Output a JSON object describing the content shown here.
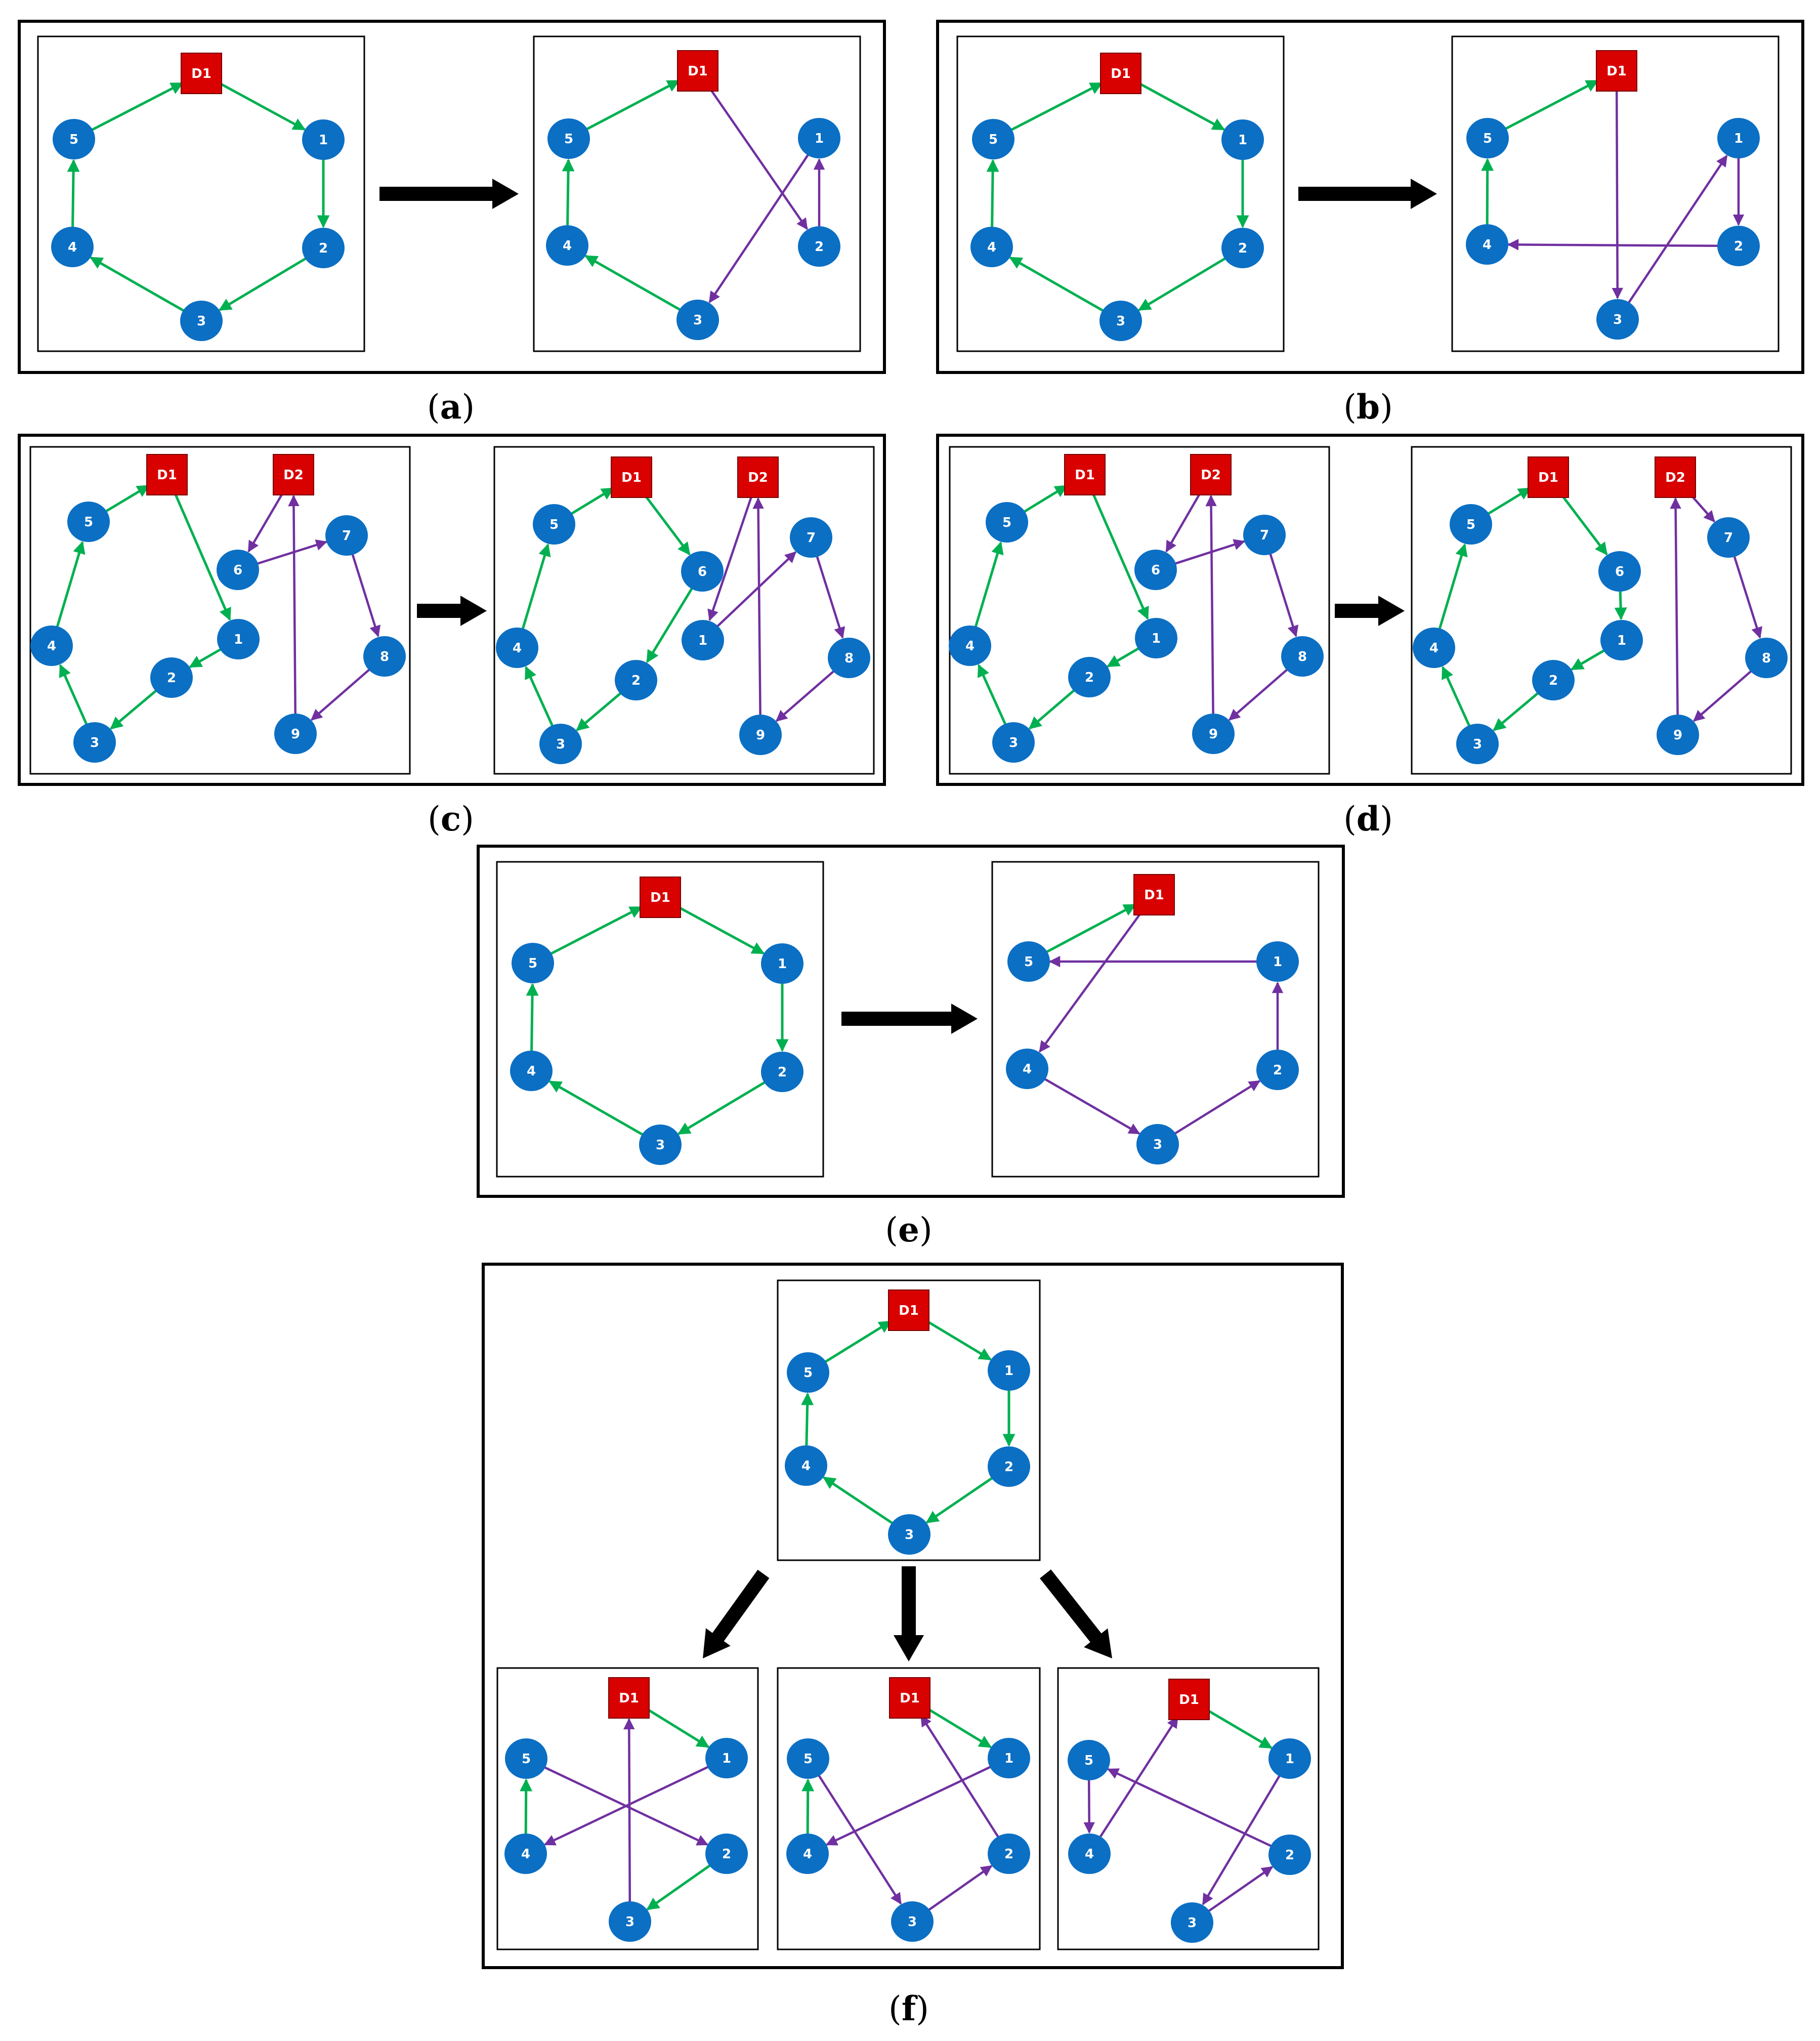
{
  "colors": {
    "node": "#0b6fc4",
    "depot": "#d90000",
    "original_edge": "#00b050",
    "modified_edge": "#7030a0",
    "frame": "#000000",
    "label": "#ffffff"
  },
  "captions": {
    "a": "a",
    "b": "b",
    "c": "c",
    "d": "d",
    "e": "e",
    "f": "f"
  },
  "node_labels": [
    "1",
    "2",
    "3",
    "4",
    "5",
    "6",
    "7",
    "8",
    "9"
  ],
  "depot_labels": [
    "D1",
    "D2"
  ],
  "graphs": {
    "a": {
      "before": [
        "D1>1 g",
        "1>2 g",
        "2>3 g",
        "3>4 g",
        "4>5 g",
        "5>D1 g"
      ],
      "after": [
        "5>D1 g",
        "D1>2 p",
        "2>1 p",
        "1>3 p",
        "3>4 g",
        "4>5 g"
      ]
    },
    "b": {
      "before": [
        "D1>1 g",
        "1>2 g",
        "2>3 g",
        "3>4 g",
        "4>5 g",
        "5>D1 g"
      ],
      "after": [
        "D1>3 p",
        "3>1 p",
        "1>2 p",
        "2>4 p",
        "4>5 g",
        "5>D1 g"
      ]
    },
    "c": {
      "before": [
        "D1>1 g",
        "1>2 g",
        "2>3 g",
        "3>4 g",
        "4>5 g",
        "5>D1 g",
        "D2>6 p",
        "6>7 p",
        "7>8 p",
        "8>9 p",
        "9>D2 p"
      ],
      "after": [
        "D1>6 g",
        "6>2 g",
        "2>3 g",
        "3>4 g",
        "4>5 g",
        "5>D1 g",
        "D2>1 p",
        "1>7 p",
        "7>8 p",
        "8>9 p",
        "9>D2 p"
      ]
    },
    "d": {
      "before": [
        "D1>1 g",
        "1>2 g",
        "2>3 g",
        "3>4 g",
        "4>5 g",
        "5>D1 g",
        "D2>6 p",
        "6>7 p",
        "7>8 p",
        "8>9 p",
        "9>D2 p"
      ],
      "after": [
        "D1>6 g",
        "6>1 g",
        "1>2 g",
        "2>3 g",
        "3>4 g",
        "4>5 g",
        "5>D1 g",
        "D2>7 p",
        "7>8 p",
        "8>9 p",
        "9>D2 p"
      ]
    },
    "e": {
      "before": [
        "D1>1 g",
        "1>2 g",
        "2>3 g",
        "3>4 g",
        "4>5 g",
        "5>D1 g"
      ],
      "after": [
        "5>D1 g",
        "D1>4 p",
        "4>3 p",
        "3>2 p",
        "2>1 p",
        "1>5 p"
      ]
    },
    "f": {
      "top": [
        "D1>1 g",
        "1>2 g",
        "2>3 g",
        "3>4 g",
        "4>5 g",
        "5>D1 g"
      ],
      "option1": [
        "D1>1 g",
        "1>4 p",
        "4>5 g",
        "5>2 p",
        "2>3 g",
        "3>D1 p"
      ],
      "option2": [
        "D1>1 g",
        "1>4 p",
        "4>5 g",
        "5>3 p",
        "3>2 p",
        "2>D1 p"
      ],
      "option3": [
        "D1>1 g",
        "1>3 p",
        "3>2 p",
        "2>5 p",
        "5>4 p",
        "4>D1 p"
      ]
    }
  }
}
